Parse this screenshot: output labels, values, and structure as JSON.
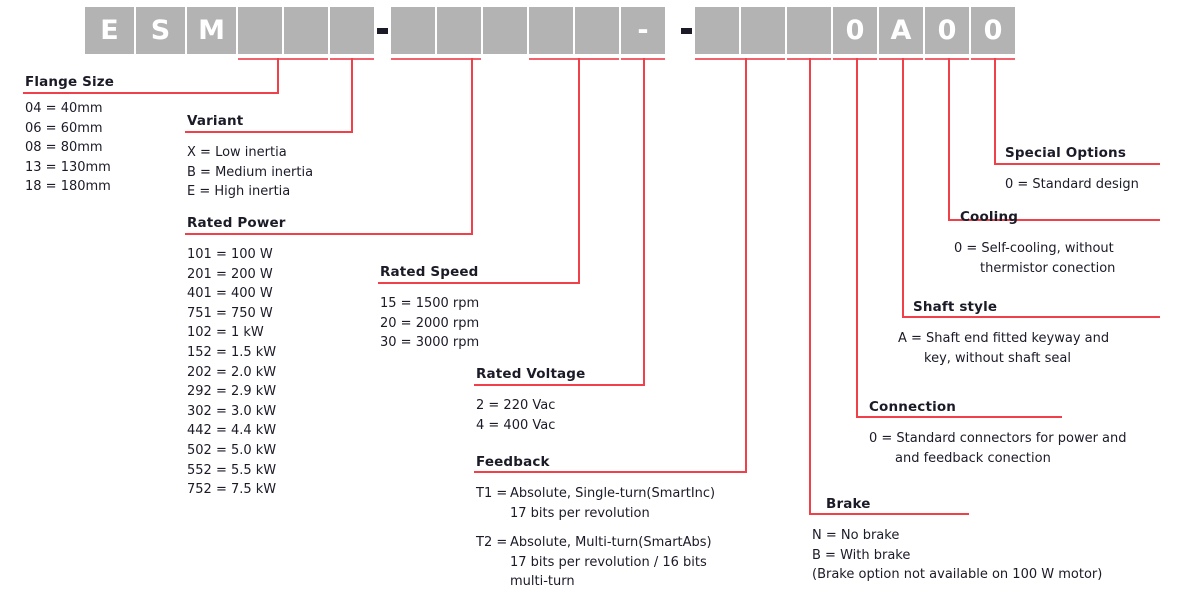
{
  "part_code": {
    "cells": [
      {
        "text": "E",
        "lettered": true
      },
      {
        "text": "S",
        "lettered": true
      },
      {
        "text": "M",
        "lettered": true
      },
      {
        "text": "",
        "lettered": false
      },
      {
        "text": "",
        "lettered": false
      },
      {
        "text": "",
        "lettered": false
      },
      {
        "text": "-",
        "separator": true
      },
      {
        "text": "",
        "lettered": false
      },
      {
        "text": "",
        "lettered": false
      },
      {
        "text": "",
        "lettered": false
      },
      {
        "text": "",
        "lettered": false
      },
      {
        "text": "",
        "lettered": false
      },
      {
        "text": "-",
        "separator": true
      },
      {
        "text": "",
        "lettered": false
      },
      {
        "text": "",
        "lettered": false
      },
      {
        "text": "",
        "lettered": false
      },
      {
        "text": "0",
        "lettered": true
      },
      {
        "text": "A",
        "lettered": true
      },
      {
        "text": "0",
        "lettered": true
      },
      {
        "text": "0",
        "lettered": true
      }
    ]
  },
  "colors": {
    "box_fill": "#b3b3b3",
    "box_text": "#ffffff",
    "leader_red": "#f0404a",
    "rule_red": "#f0626c",
    "text": "#1b1b28",
    "background": "#ffffff"
  },
  "sections": {
    "flange_size": {
      "heading": "Flange Size",
      "rows": [
        "04 = 40mm",
        "06 = 60mm",
        "08 = 80mm",
        "13 = 130mm",
        "18 = 180mm"
      ]
    },
    "variant": {
      "heading": "Variant",
      "rows": [
        "X = Low inertia",
        "B = Medium inertia",
        "E = High inertia"
      ]
    },
    "rated_power": {
      "heading": "Rated Power",
      "rows": [
        "101 = 100 W",
        "201 = 200 W",
        "401 = 400 W",
        "751 = 750 W",
        "102 = 1 kW",
        "152 = 1.5 kW",
        "202 = 2.0 kW",
        "292 = 2.9 kW",
        "302 = 3.0 kW",
        "442 = 4.4 kW",
        "502 = 5.0 kW",
        "552 = 5.5 kW",
        "752 = 7.5 kW"
      ]
    },
    "rated_speed": {
      "heading": "Rated Speed",
      "rows": [
        "15 = 1500 rpm",
        "20 = 2000 rpm",
        "30 = 3000 rpm"
      ]
    },
    "rated_voltage": {
      "heading": "Rated Voltage",
      "rows": [
        "2 = 220 Vac",
        "4 = 400 Vac"
      ]
    },
    "feedback": {
      "heading": "Feedback",
      "entries": [
        {
          "key": "T1 =",
          "line1": "Absolute, Single-turn(SmartInc)",
          "line2": "17 bits per revolution",
          "line3": ""
        },
        {
          "key": "T2 =",
          "line1": "Absolute, Multi-turn(SmartAbs)",
          "line2": "17 bits per revolution / 16 bits",
          "line3": "multi-turn"
        }
      ]
    },
    "brake": {
      "heading": "Brake",
      "rows": [
        "N = No brake",
        "B = With brake",
        "(Brake option not available on 100 W motor)"
      ]
    },
    "connection": {
      "heading": "Connection",
      "line1": "0 = Standard connectors for power and",
      "line2": "and feedback conection"
    },
    "shaft_style": {
      "heading": "Shaft style",
      "line1": "A = Shaft end fitted keyway and",
      "line2": "key, without shaft seal"
    },
    "cooling": {
      "heading": "Cooling",
      "line1": "0 = Self-cooling, without",
      "line2": "thermistor conection"
    },
    "special_options": {
      "heading": "Special Options",
      "line1": "0 = Standard design"
    }
  }
}
